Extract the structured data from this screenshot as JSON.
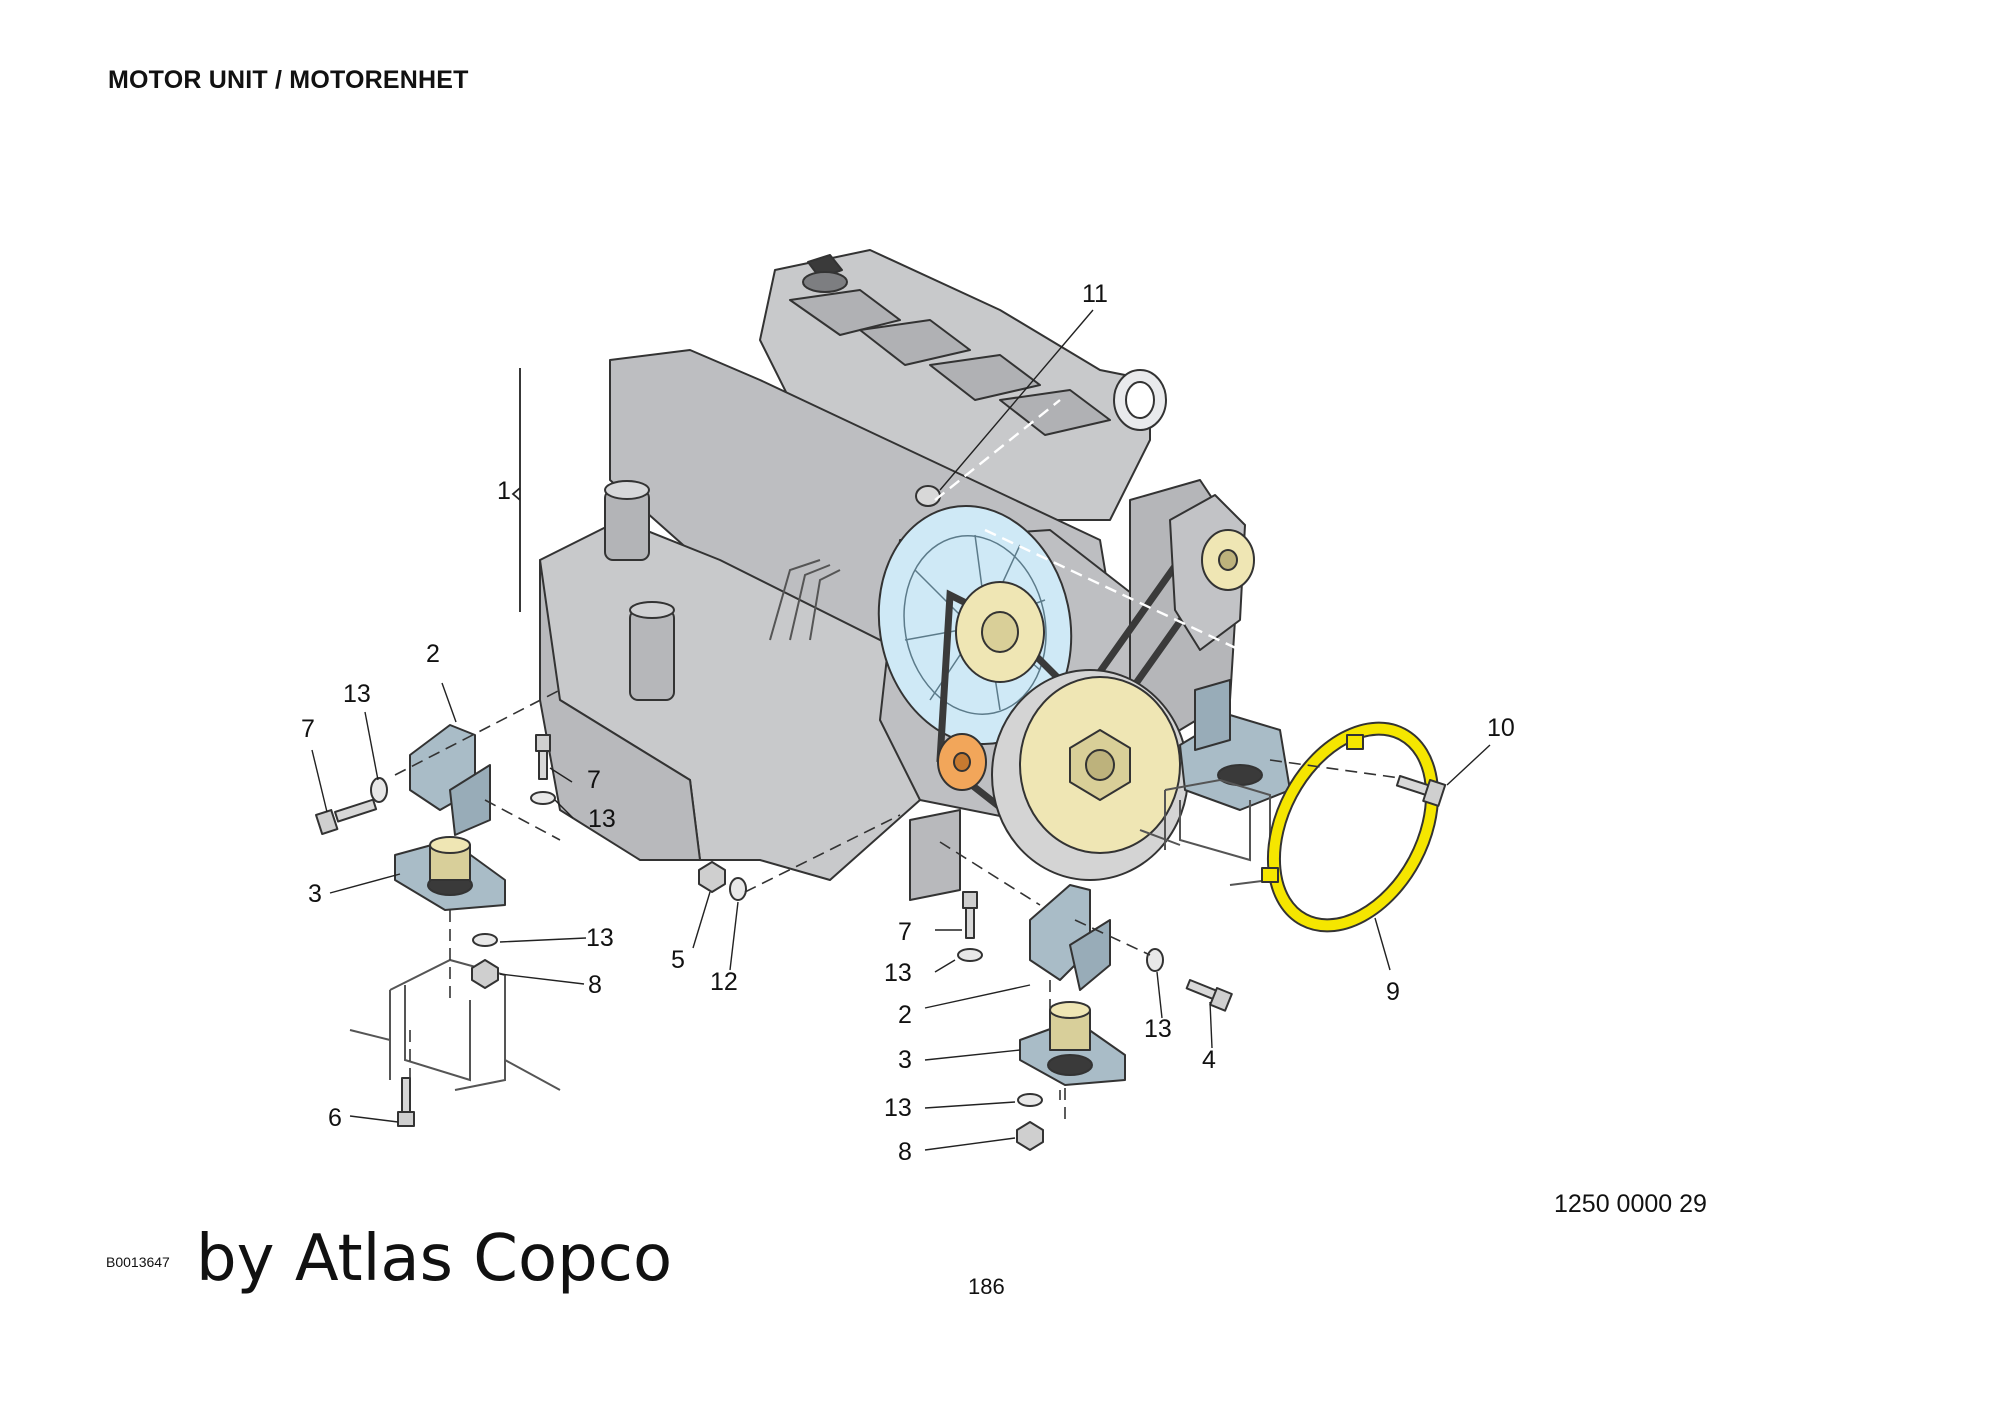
{
  "header": {
    "title": "MOTOR UNIT / MOTORENHET"
  },
  "footer": {
    "diagram_id": "1250 0000 29",
    "page_number": "186",
    "image_code": "B0013647",
    "brand": "by Atlas Copco"
  },
  "callouts": [
    {
      "id": "c1",
      "text": "1"
    },
    {
      "id": "c2a",
      "text": "2"
    },
    {
      "id": "c2b",
      "text": "2"
    },
    {
      "id": "c3a",
      "text": "3"
    },
    {
      "id": "c3b",
      "text": "3"
    },
    {
      "id": "c4",
      "text": "4"
    },
    {
      "id": "c5",
      "text": "5"
    },
    {
      "id": "c6",
      "text": "6"
    },
    {
      "id": "c7a",
      "text": "7"
    },
    {
      "id": "c7b",
      "text": "7"
    },
    {
      "id": "c7c",
      "text": "7"
    },
    {
      "id": "c8a",
      "text": "8"
    },
    {
      "id": "c8b",
      "text": "8"
    },
    {
      "id": "c9",
      "text": "9"
    },
    {
      "id": "c10",
      "text": "10"
    },
    {
      "id": "c11",
      "text": "11"
    },
    {
      "id": "c12",
      "text": "12"
    },
    {
      "id": "c13a",
      "text": "13"
    },
    {
      "id": "c13b",
      "text": "13"
    },
    {
      "id": "c13c",
      "text": "13"
    },
    {
      "id": "c13d",
      "text": "13"
    },
    {
      "id": "c13e",
      "text": "13"
    },
    {
      "id": "c13f",
      "text": "13"
    }
  ],
  "colors": {
    "engine": "#c8c9cb",
    "engine_dark": "#a9aaad",
    "fan": "#cfe9f6",
    "pulley": "#efe6b4",
    "idler": "#f2a65a",
    "bracket": "#a9bcc7",
    "guard_ring": "#f5e600"
  }
}
